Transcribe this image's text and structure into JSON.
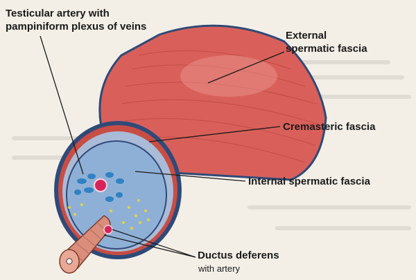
{
  "labels": {
    "testicular_line1": "Testicular artery with",
    "testicular_line2": "pampiniform plexus of veins",
    "external_line1": "External",
    "external_line2": "spermatic fascia",
    "cremasteric": "Cremasteric fascia",
    "internal": "Internal spermatic fascia",
    "ductus": "Ductus deferens",
    "ductus_sub": "with artery"
  },
  "colors": {
    "background": "#f3efe6",
    "external_fascia": "#d9605a",
    "external_fascia_light": "#e8938a",
    "cremasteric_ring": "#c84d45",
    "outer_outline": "#2f4a78",
    "internal_fascia": "#a9bbd6",
    "cross_section": "#8fb0d6",
    "vessel_blue": "#2f82c4",
    "artery_red": "#d6245a",
    "fat_yellow": "#e2d247",
    "ductus_tube": "#d98d7a",
    "leader_line": "#1a1a1a"
  }
}
